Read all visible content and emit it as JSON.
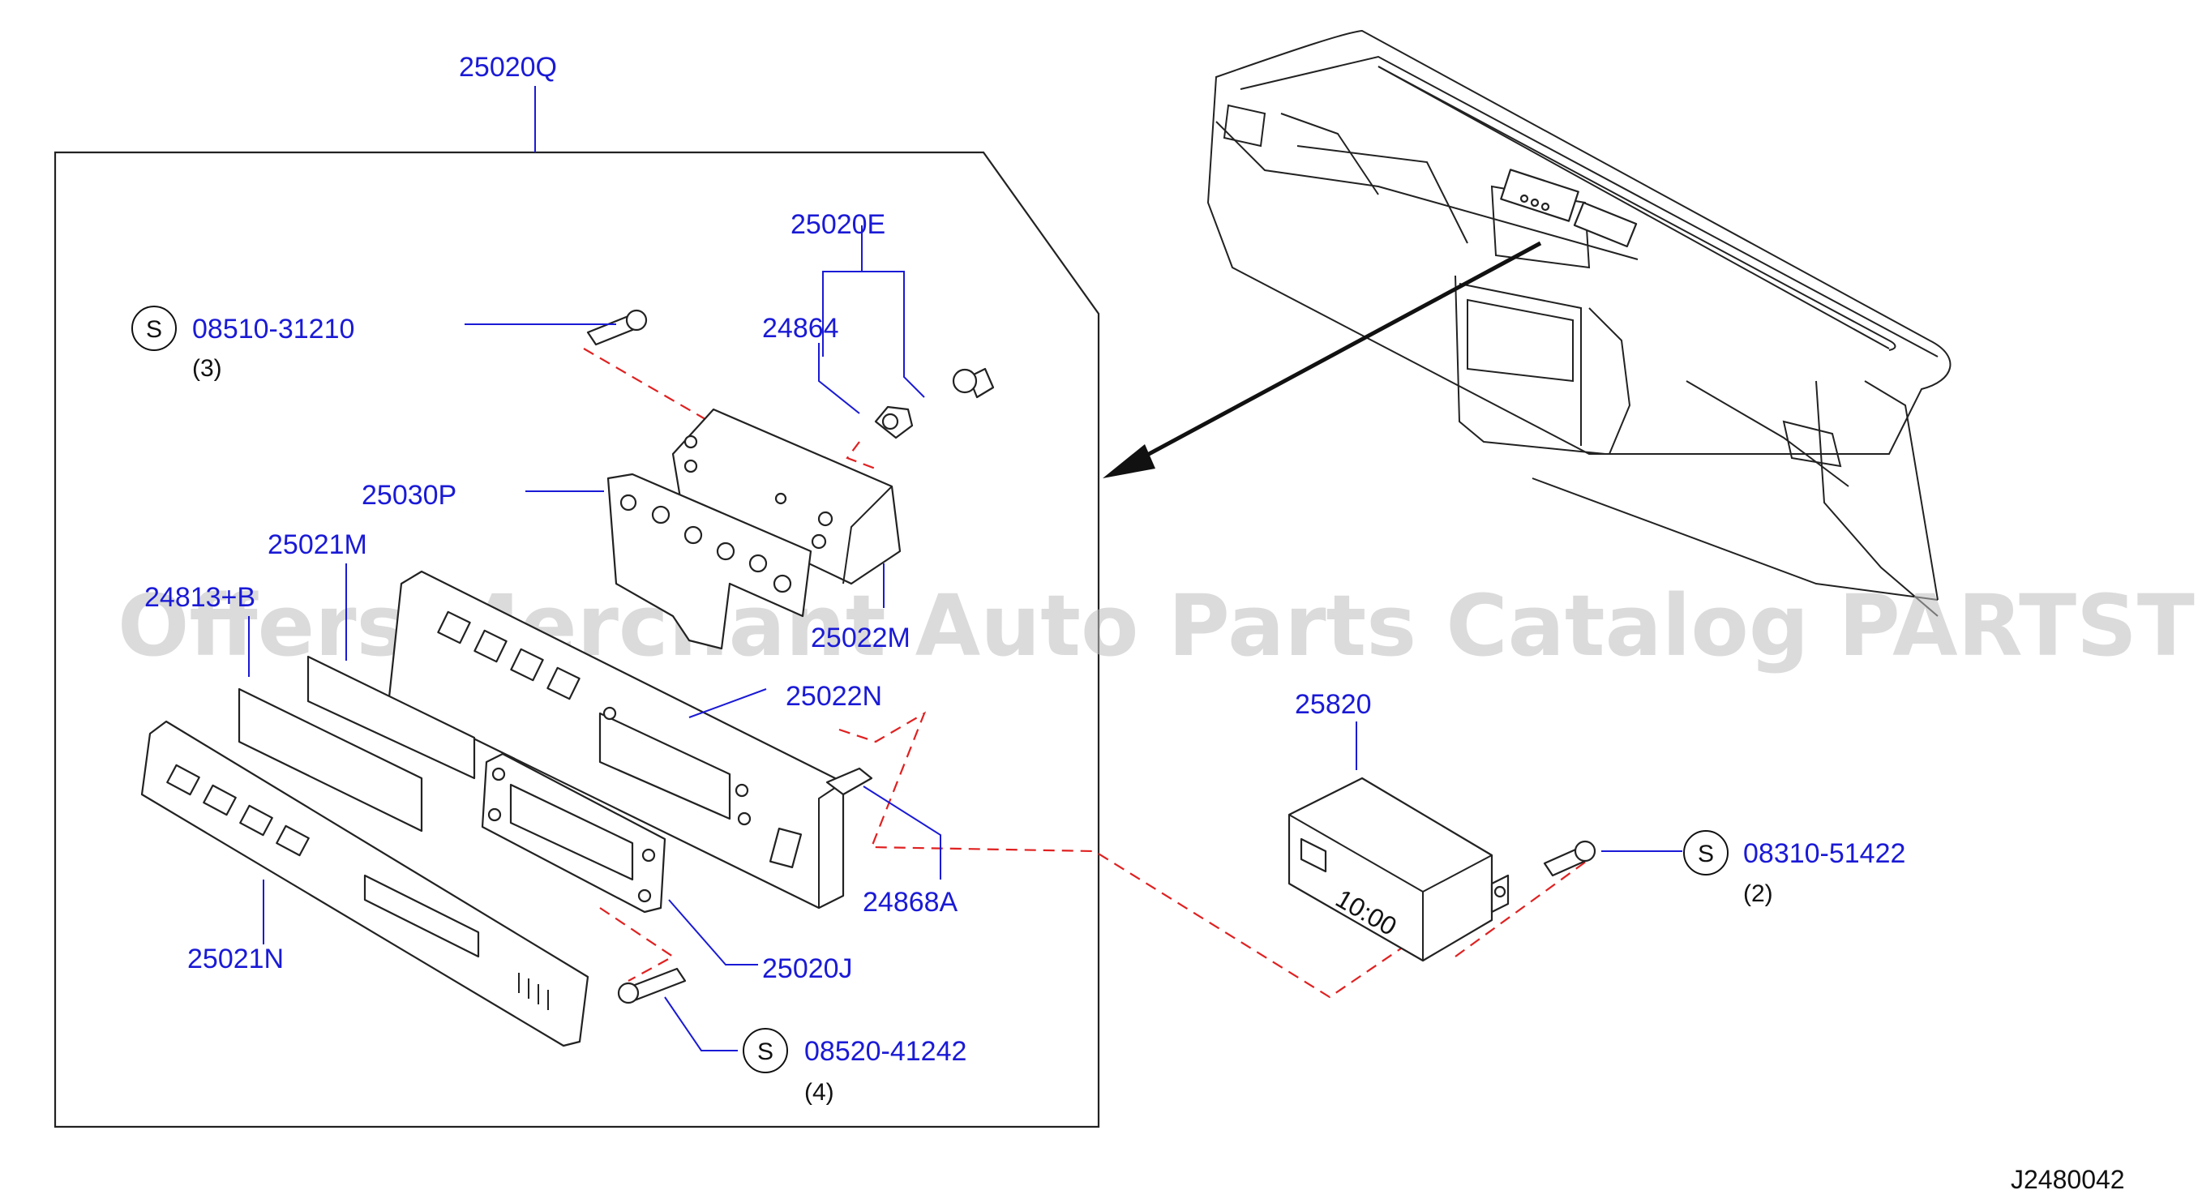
{
  "diagram": {
    "assembly_label": "25020Q",
    "diagram_code": "J2480042",
    "watermark": "Offers Merchant Auto Parts Catalog PARTSTORE.SA",
    "colors": {
      "label": "#1a1ad6",
      "dash": "#e02020",
      "line": "#222222",
      "watermark": "#bdbdbd"
    },
    "parts": [
      {
        "id": "p-25020E",
        "label": "25020E"
      },
      {
        "id": "p-24864",
        "label": "24864"
      },
      {
        "id": "p-25030P",
        "label": "25030P"
      },
      {
        "id": "p-25021M",
        "label": "25021M"
      },
      {
        "id": "p-24813B",
        "label": "24813+B"
      },
      {
        "id": "p-25022M",
        "label": "25022M"
      },
      {
        "id": "p-25022N",
        "label": "25022N"
      },
      {
        "id": "p-24868A",
        "label": "24868A"
      },
      {
        "id": "p-25021N",
        "label": "25021N"
      },
      {
        "id": "p-25020J",
        "label": "25020J"
      },
      {
        "id": "p-25820",
        "label": "25820"
      }
    ],
    "screws": [
      {
        "id": "s1",
        "symbol": "S",
        "part": "08510-31210",
        "qty": "(3)"
      },
      {
        "id": "s2",
        "symbol": "S",
        "part": "08520-41242",
        "qty": "(4)"
      },
      {
        "id": "s3",
        "symbol": "S",
        "part": "08310-51422",
        "qty": "(2)"
      }
    ]
  }
}
